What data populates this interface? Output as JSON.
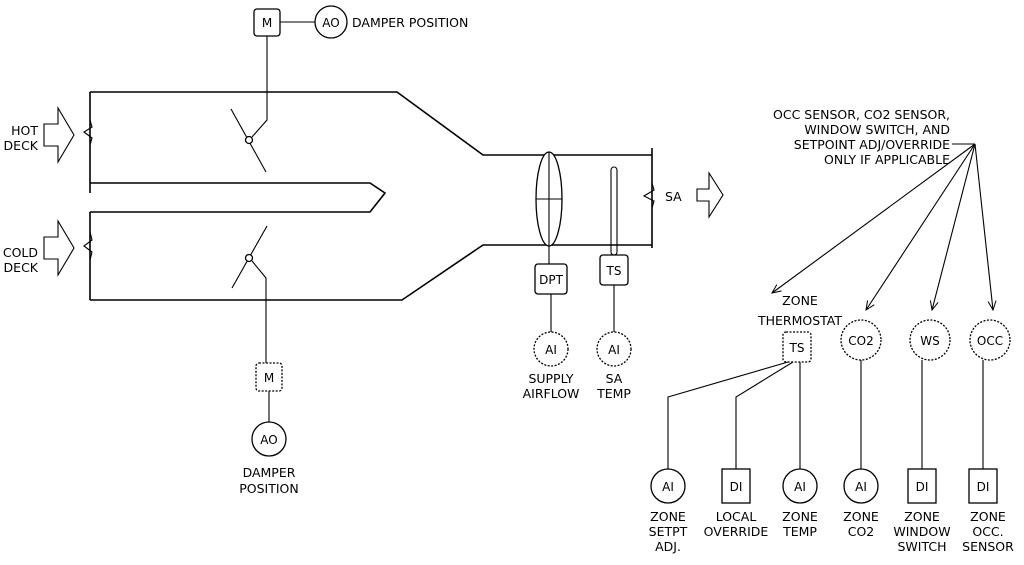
{
  "dampers": {
    "hot_deck": {
      "inlet_label": [
        "HOT",
        "DECK"
      ],
      "actuator": "M",
      "output_type": "AO",
      "output_label": "DAMPER POSITION"
    },
    "cold_deck": {
      "inlet_label": [
        "COLD",
        "DECK"
      ],
      "actuator": "M",
      "output_type": "AO",
      "output_label": [
        "DAMPER",
        "POSITION"
      ]
    }
  },
  "supply_air": {
    "outlet_label": "SA",
    "flow_sensor": "DPT",
    "flow_point": "AI",
    "flow_label": [
      "SUPPLY",
      "AIRFLOW"
    ],
    "temp_sensor": "TS",
    "temp_point": "AI",
    "temp_label": [
      "SA",
      "TEMP"
    ]
  },
  "note": [
    "OCC SENSOR, CO2 SENSOR,",
    "WINDOW SWITCH, AND",
    "SETPOINT ADJ/OVERRIDE",
    "ONLY IF APPLICABLE"
  ],
  "zone": {
    "thermostat_label": [
      "ZONE",
      "THERMOSTAT"
    ],
    "thermostat": "TS",
    "sensors": [
      "CO2",
      "WS",
      "OCC"
    ],
    "points": [
      {
        "type": "AI",
        "label": [
          "ZONE",
          "SETPT",
          "ADJ."
        ]
      },
      {
        "type": "DI",
        "label": [
          "LOCAL",
          "OVERRIDE"
        ]
      },
      {
        "type": "AI",
        "label": [
          "ZONE",
          "TEMP"
        ]
      },
      {
        "type": "AI",
        "label": [
          "ZONE",
          "CO2"
        ]
      },
      {
        "type": "DI",
        "label": [
          "ZONE",
          "WINDOW",
          "SWITCH"
        ]
      },
      {
        "type": "DI",
        "label": [
          "ZONE",
          "OCC.",
          "SENSOR"
        ]
      }
    ]
  }
}
